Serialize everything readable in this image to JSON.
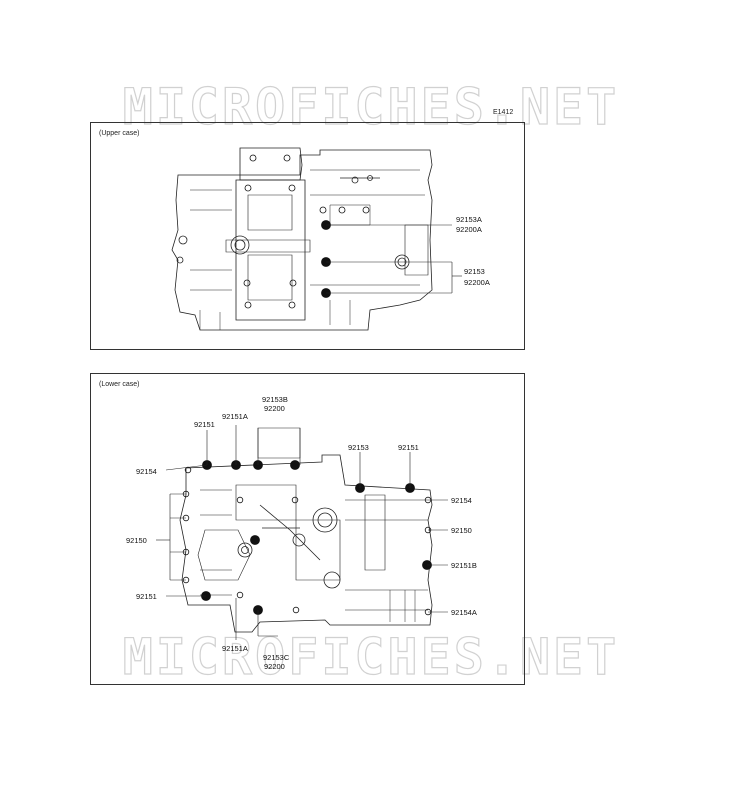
{
  "watermark": {
    "text": "MICROFICHES.NET"
  },
  "page_code": "E1412",
  "upper": {
    "title": "(Upper case)",
    "labels": [
      "92153A",
      "92200A",
      "92153",
      "92200A"
    ]
  },
  "lower": {
    "title": "(Lower case)",
    "labels": {
      "l92153b": "92153B",
      "l92200_top": "92200",
      "l92151a_top": "92151A",
      "l92151_top": "92151",
      "l92154_left": "92154",
      "l92153_top": "92153",
      "l92151_right": "92151",
      "l92154_right": "92154",
      "l92150_right": "92150",
      "l92150_left": "92150",
      "l92151b": "92151B",
      "l92151_left": "92151",
      "l92154a": "92154A",
      "l92151a_bottom": "92151A",
      "l92153c": "92153C",
      "l92200_bottom": "92200"
    }
  }
}
